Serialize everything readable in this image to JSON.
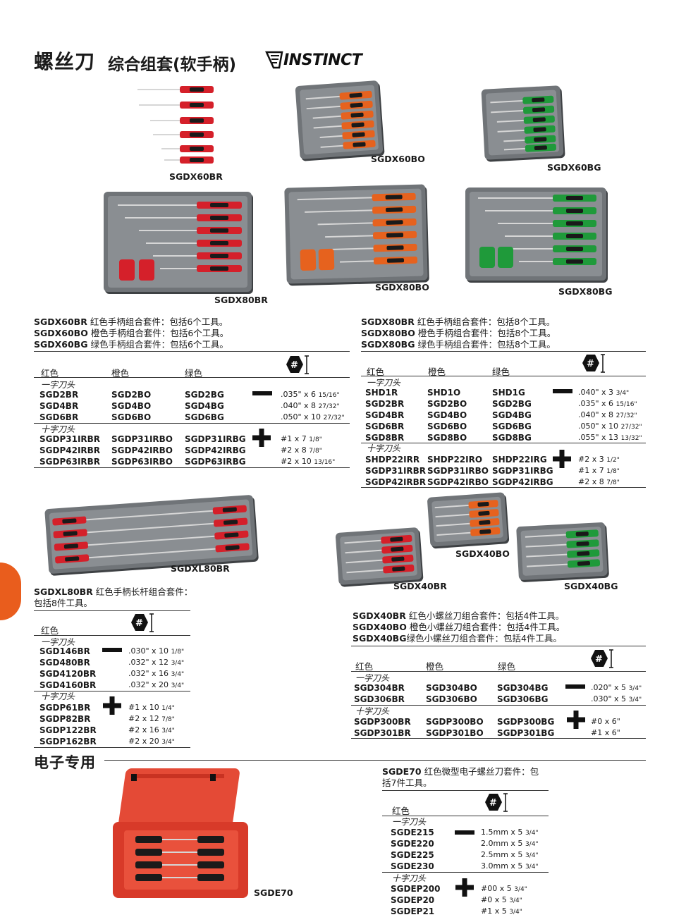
{
  "header": {
    "title": "螺丝刀",
    "subtitle": "综合组套(软手柄)",
    "brand": "INSTINCT"
  },
  "colors": {
    "red": "#d5202a",
    "orange": "#e6621e",
    "green": "#1f9a3a",
    "tab": "#e95d1d"
  },
  "products": {
    "sgdx60br": "SGDX60BR",
    "sgdx60bo": "SGDX60BO",
    "sgdx60bg": "SGDX60BG",
    "sgdx80br": "SGDX80BR",
    "sgdx80bo": "SGDX80BO",
    "sgdx80bg": "SGDX80BG",
    "sgdxl80br": "SGDXL80BR",
    "sgdx40br": "SGDX40BR",
    "sgdx40bo": "SGDX40BO",
    "sgdx40bg": "SGDX40BG",
    "sgde70": "SGDE70"
  },
  "desc60": [
    {
      "code": "SGDX60BR",
      "text": "红色手柄组合套件：包括6个工具。"
    },
    {
      "code": "SGDX60BO",
      "text": "橙色手柄组合套件：包括6个工具。"
    },
    {
      "code": "SGDX60BG",
      "text": "绿色手柄组合套件：包括6个工具。"
    }
  ],
  "desc80": [
    {
      "code": "SGDX80BR",
      "text": "红色手柄组合套件：包括8个工具。"
    },
    {
      "code": "SGDX80BO",
      "text": "橙色手柄组合套件：包括8个工具。"
    },
    {
      "code": "SGDX80BG",
      "text": "绿色手柄组合套件：包括8个工具。"
    }
  ],
  "cols": {
    "red": "红色",
    "orange": "橙色",
    "green": "绿色"
  },
  "cats": {
    "flat": "一字刀头",
    "phil": "十字刀头"
  },
  "t60": {
    "flat": [
      [
        "SGD2BR",
        "SGD2BO",
        "SGD2BG",
        ".035\" x 6 ",
        "15/16\""
      ],
      [
        "SGD4BR",
        "SGD4BO",
        "SGD4BG",
        ".040\" x 8 ",
        "27/32\""
      ],
      [
        "SGD6BR",
        "SGD6BO",
        "SGD6BG",
        ".050\" x 10 ",
        "27/32\""
      ]
    ],
    "phil": [
      [
        "SGDP31IRBR",
        "SGDP31IRBO",
        "SGDP31IRBG",
        "#1 x 7 ",
        "1/8\""
      ],
      [
        "SGDP42IRBR",
        "SGDP42IRBO",
        "SGDP42IRBG",
        "#2 x 8 ",
        "7/8\""
      ],
      [
        "SGDP63IRBR",
        "SGDP63IRBO",
        "SGDP63IRBG",
        "#2 x 10 ",
        "13/16\""
      ]
    ]
  },
  "t80": {
    "flat": [
      [
        "SHD1R",
        "SHD1O",
        "SHD1G",
        ".040\" x 3 ",
        "3/4\""
      ],
      [
        "SGD2BR",
        "SGD2BO",
        "SGD2BG",
        ".035\" x 6 ",
        "15/16\""
      ],
      [
        "SGD4BR",
        "SGD4BO",
        "SGD4BG",
        ".040\" x 8 ",
        "27/32\""
      ],
      [
        "SGD6BR",
        "SGD6BO",
        "SGD6BG",
        ".050\" x 10 ",
        "27/32\""
      ],
      [
        "SGD8BR",
        "SGD8BO",
        "SGD8BG",
        ".055\" x 13 ",
        "13/32\""
      ]
    ],
    "phil": [
      [
        "SHDP22IRR",
        "SHDP22IRO",
        "SHDP22IRG",
        "#2 x 3 ",
        "1/2\""
      ],
      [
        "SGDP31IRBR",
        "SGDP31IRBO",
        "SGDP31IRBG",
        "#1 x 7 ",
        "1/8\""
      ],
      [
        "SGDP42IRBR",
        "SGDP42IRBO",
        "SGDP42IRBG",
        "#2 x 8 ",
        "7/8\""
      ]
    ]
  },
  "descL80": {
    "code": "SGDXL80BR",
    "line1": "红色手柄长杆组合套件：",
    "line2": "包括8件工具。"
  },
  "tL80": {
    "flat": [
      [
        "SGD146BR",
        ".030\" x 10 ",
        "1/8\""
      ],
      [
        "SGD480BR",
        ".032\" x 12 ",
        "3/4\""
      ],
      [
        "SGD4120BR",
        ".032\" x 16 ",
        "3/4\""
      ],
      [
        "SGD4160BR",
        ".032\" x 20 ",
        "3/4\""
      ]
    ],
    "phil": [
      [
        "SGDP61BR",
        "#1 x 10 ",
        "1/4\""
      ],
      [
        "SGDP82BR",
        "#2 x 12 ",
        "7/8\""
      ],
      [
        "SGDP122BR",
        "#2 x 16 ",
        "3/4\""
      ],
      [
        "SGDP162BR",
        "#2 x 20 ",
        "3/4\""
      ]
    ]
  },
  "desc40": [
    {
      "code": "SGDX40BR",
      "text": "红色小螺丝刀组合套件：包括4件工具。"
    },
    {
      "code": "SGDX40BO",
      "text": "橙色小螺丝刀组合套件：包括4件工具。"
    },
    {
      "code": "SGDX40BG",
      "text": "绿色小螺丝刀组合套件：包括4件工具。"
    }
  ],
  "t40": {
    "flat": [
      [
        "SGD304BR",
        "SGD304BO",
        "SGD304BG",
        ".020\" x 5 ",
        "3/4\""
      ],
      [
        "SGD306BR",
        "SGD306BO",
        "SGD306BG",
        ".030\" x 5 ",
        "3/4\""
      ]
    ],
    "phil": [
      [
        "SGDP300BR",
        "SGDP300BO",
        "SGDP300BG",
        "#0 x 6\"",
        ""
      ],
      [
        "SGDP301BR",
        "SGDP301BO",
        "SGDP301BG",
        "#1 x 6\"",
        ""
      ]
    ]
  },
  "section2": {
    "title": "电子专用"
  },
  "descE70": {
    "code": "SGDE70",
    "line1": "红色微型电子螺丝刀套件：包",
    "line2": "括7件工具。"
  },
  "tE70": {
    "flat": [
      [
        "SGDE215",
        "1.5mm x 5 ",
        "3/4\""
      ],
      [
        "SGDE220",
        "2.0mm x 5 ",
        "3/4\""
      ],
      [
        "SGDE225",
        "2.5mm x 5 ",
        "3/4\""
      ],
      [
        "SGDE230",
        "3.0mm x 5 ",
        "3/4\""
      ]
    ],
    "phil": [
      [
        "SGDEP200",
        "#00 x 5 ",
        "3/4\""
      ],
      [
        "SGDEP20",
        "#0 x 5 ",
        "3/4\""
      ],
      [
        "SGDEP21",
        "#1 x 5 ",
        "3/4\""
      ]
    ]
  }
}
